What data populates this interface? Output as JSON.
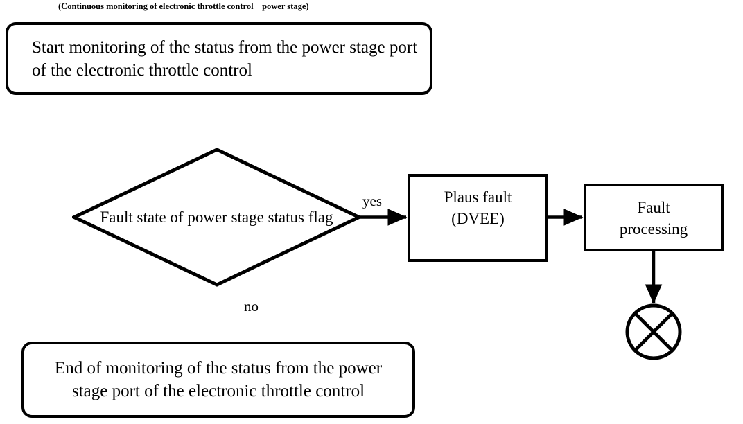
{
  "diagram": {
    "title_caption": "(Continuous monitoring of electronic throttle control    power stage)",
    "background_color": "#ffffff",
    "line_color": "#000000",
    "nodes": {
      "start": {
        "shape": "rounded-rectangle",
        "text": "Start monitoring of the status from the power stage port of the electronic throttle control"
      },
      "decision": {
        "shape": "diamond",
        "text": "Fault state of power stage status flag"
      },
      "plaus_fault": {
        "shape": "rectangle",
        "line1": "Plaus fault",
        "line2": "(DVEE)"
      },
      "fault_processing": {
        "shape": "rectangle",
        "line1": "Fault",
        "line2": "processing"
      },
      "end": {
        "shape": "rounded-rectangle",
        "text": "End of monitoring of the status from the power stage port of the electronic throttle control"
      },
      "terminator_circle": {
        "shape": "circle-with-cross",
        "text": ""
      }
    },
    "edges": {
      "yes_label": "yes",
      "no_label": "no"
    }
  }
}
